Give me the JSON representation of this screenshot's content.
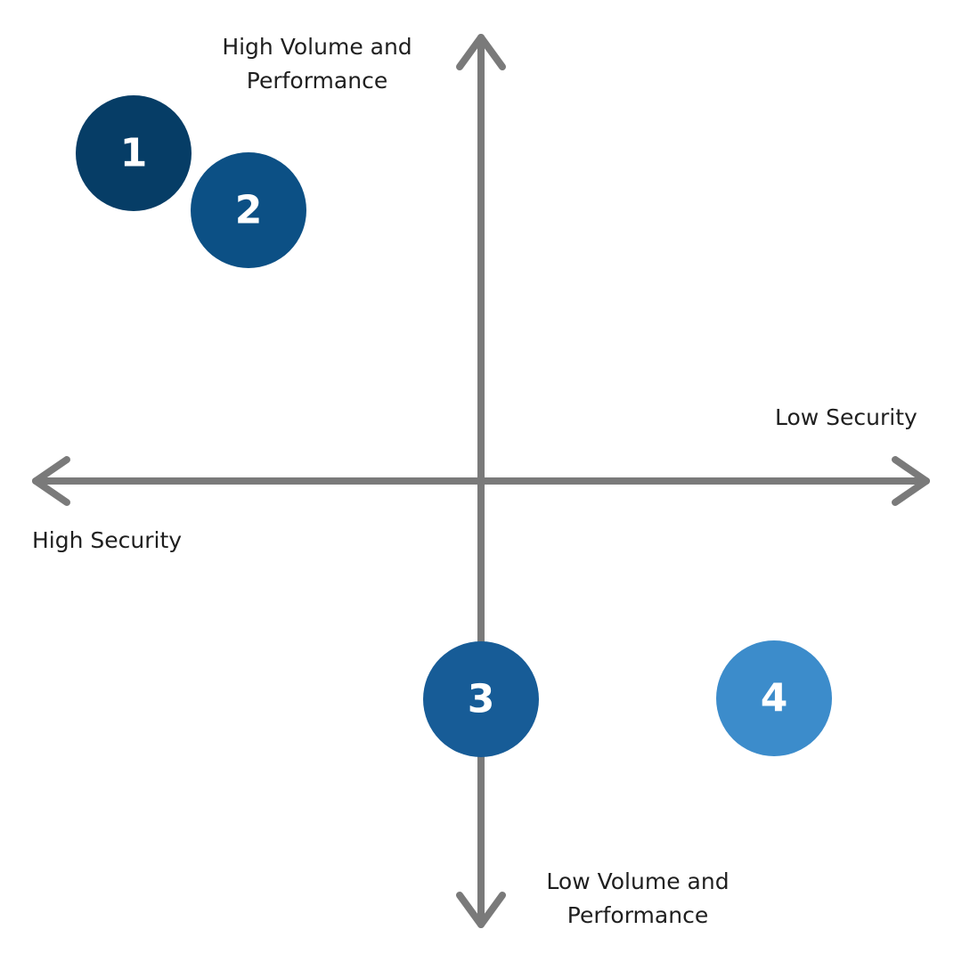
{
  "axes": {
    "top_label": "High Volume and\nPerformance",
    "bottom_label": "Low Volume and\nPerformance",
    "left_label": "High Security",
    "right_label": "Low Security",
    "axis_color": "#7a7a7a"
  },
  "markers": [
    {
      "label": "1",
      "color": "#063d66"
    },
    {
      "label": "2",
      "color": "#0c5085"
    },
    {
      "label": "3",
      "color": "#175c97"
    },
    {
      "label": "4",
      "color": "#3c8ccb"
    }
  ]
}
